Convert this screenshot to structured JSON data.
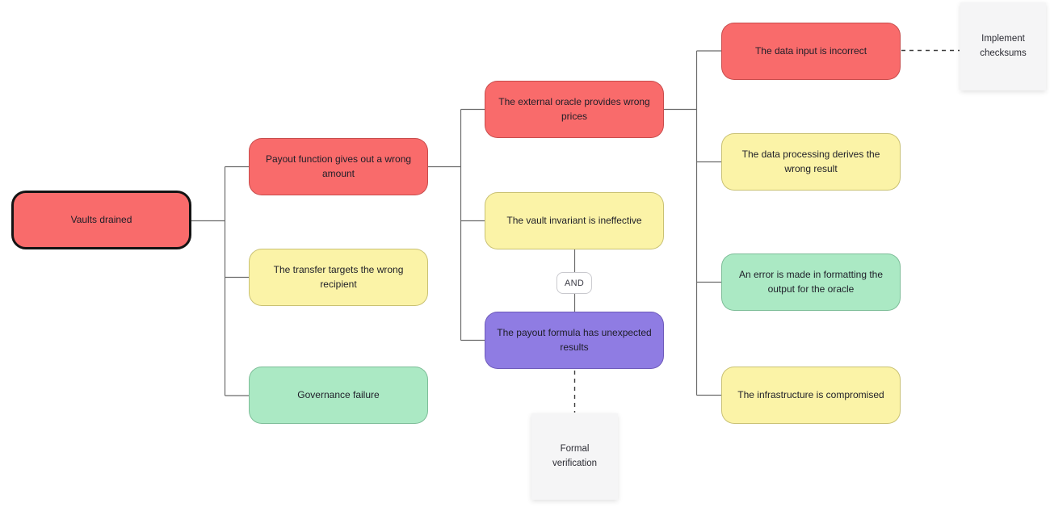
{
  "colors": {
    "red": "#f96b6b",
    "yellow": "#fbf3a7",
    "green": "#abe9c4",
    "purple": "#8f7ce3",
    "note_bg": "#f5f5f6",
    "connector": "#6b6b6b",
    "dashed_connector": "#3d3d3d",
    "node_text": "#1e1e28",
    "root_border": "#141414"
  },
  "nodes": {
    "vaults_drained": {
      "label": "Vaults drained",
      "color": "red"
    },
    "payout_function": {
      "label": "Payout function gives out a wrong amount",
      "color": "red"
    },
    "transfer_wrong_recipient": {
      "label": "The transfer targets the wrong recipient",
      "color": "yellow"
    },
    "governance_failure": {
      "label": "Governance failure",
      "color": "green"
    },
    "external_oracle": {
      "label": "The external oracle provides wrong prices",
      "color": "red"
    },
    "vault_invariant": {
      "label": "The vault invariant is ineffective",
      "color": "yellow"
    },
    "payout_formula": {
      "label": "The payout formula has unexpected results",
      "color": "purple"
    },
    "data_input": {
      "label": "The data input is incorrect",
      "color": "red"
    },
    "data_processing": {
      "label": "The data processing derives the wrong result",
      "color": "yellow"
    },
    "formatting_error": {
      "label": "An error is made in formatting the output for the oracle",
      "color": "green"
    },
    "infrastructure": {
      "label": "The infrastructure is compromised",
      "color": "yellow"
    }
  },
  "gate": {
    "label": "AND"
  },
  "notes": {
    "implement_checksums": {
      "label": "Implement checksums"
    },
    "formal_verification": {
      "label": "Formal verification"
    }
  },
  "edges": [
    {
      "from": "vaults_drained",
      "to": "payout_function",
      "style": "solid"
    },
    {
      "from": "vaults_drained",
      "to": "transfer_wrong_recipient",
      "style": "solid"
    },
    {
      "from": "vaults_drained",
      "to": "governance_failure",
      "style": "solid"
    },
    {
      "from": "payout_function",
      "to": "external_oracle",
      "style": "solid"
    },
    {
      "from": "payout_function",
      "to": "vault_invariant",
      "style": "solid"
    },
    {
      "from": "payout_function",
      "to": "payout_formula",
      "style": "solid"
    },
    {
      "from": "vault_invariant",
      "to": "payout_formula",
      "style": "solid",
      "gate": "AND"
    },
    {
      "from": "external_oracle",
      "to": "data_input",
      "style": "solid"
    },
    {
      "from": "external_oracle",
      "to": "data_processing",
      "style": "solid"
    },
    {
      "from": "external_oracle",
      "to": "formatting_error",
      "style": "solid"
    },
    {
      "from": "external_oracle",
      "to": "infrastructure",
      "style": "solid"
    },
    {
      "from": "data_input",
      "to": "implement_checksums",
      "style": "dashed"
    },
    {
      "from": "payout_formula",
      "to": "formal_verification",
      "style": "dashed"
    }
  ]
}
